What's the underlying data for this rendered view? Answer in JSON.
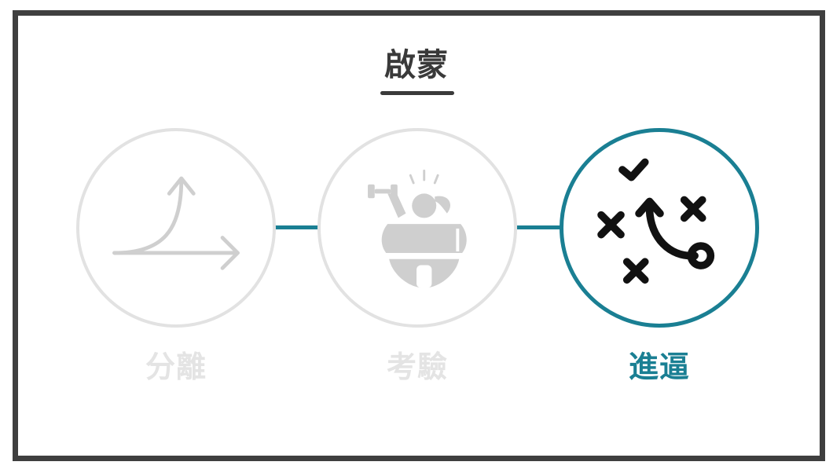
{
  "title": "啟蒙",
  "stages": [
    {
      "label": "分離",
      "icon": "split-arrow-icon",
      "state": "inactive"
    },
    {
      "label": "考驗",
      "icon": "weightlifter-icon",
      "state": "inactive"
    },
    {
      "label": "進逼",
      "icon": "strategy-play-icon",
      "state": "active"
    }
  ],
  "colors": {
    "frame": "#3f3f3f",
    "title": "#3a3a3a",
    "accent": "#1a7f93",
    "inactive_circle": "#e2e2e2",
    "inactive_icon": "#cfcfcf",
    "inactive_label": "#e4e4e4",
    "active_icon": "#111111"
  }
}
